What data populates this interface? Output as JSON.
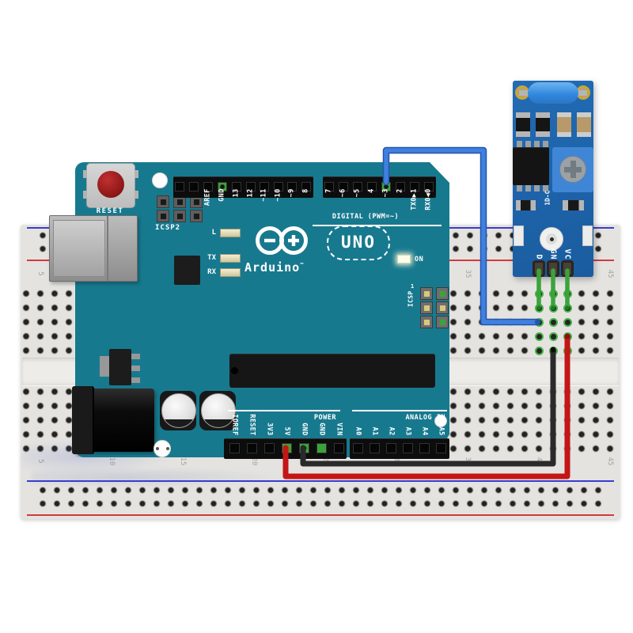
{
  "arduino": {
    "brand": "Arduino",
    "trademark": "™",
    "model": "UNO",
    "reset_label": "RESET",
    "icsp2_label": "ICSP2",
    "icsp_label": "ICSP",
    "icsp_pin1_label": "1",
    "digital_section": "DIGITAL (PWM=~)",
    "digital_pins_left": [
      "",
      "",
      "AREF",
      "GND",
      "13",
      "12",
      "~11",
      "~10",
      "~9",
      "8"
    ],
    "digital_pins_right": [
      "7",
      "~6",
      "~5",
      "4",
      "~3",
      "2",
      "TX0▶1",
      "RX0◀0"
    ],
    "led_l": "L",
    "led_tx": "TX",
    "led_rx": "RX",
    "led_on": "ON",
    "power_section": "POWER",
    "power_pins": [
      "IOREF",
      "RESET",
      "3V3",
      "5V",
      "GND",
      "GND",
      "VIN"
    ],
    "analog_section": "ANALOG IN",
    "analog_pins": [
      "A0",
      "A1",
      "A2",
      "A3",
      "A4",
      "A5"
    ]
  },
  "sensor_module": {
    "silk_label": "1D-C",
    "pin_labels": [
      "DO",
      "GND",
      "VCC"
    ]
  },
  "breadboard": {
    "column_numbers": [
      "5",
      "10",
      "15",
      "20",
      "25",
      "30",
      "35",
      "40",
      "45"
    ]
  },
  "wires": [
    {
      "name": "signal-wire",
      "color": "#3f80e0",
      "edge": "#2456a8",
      "from": "Arduino digital pin ~3",
      "to": "sensor DO column"
    },
    {
      "name": "ground-wire",
      "color": "#2a2a2a",
      "edge": "#0c0c0c",
      "from": "Arduino GND",
      "to": "sensor GND column"
    },
    {
      "name": "power-wire",
      "color": "#c41616",
      "edge": "#8e0f0f",
      "from": "Arduino 5V",
      "to": "sensor VCC column"
    },
    {
      "name": "module-pin",
      "color": "#3aa43a",
      "edge": "#1f7a23",
      "from": "sensor module header pins",
      "to": "breadboard"
    }
  ],
  "colors": {
    "arduino_pcb": "#17798e",
    "module_pcb": "#1d63ab",
    "breadboard": "#e4e3e0"
  }
}
